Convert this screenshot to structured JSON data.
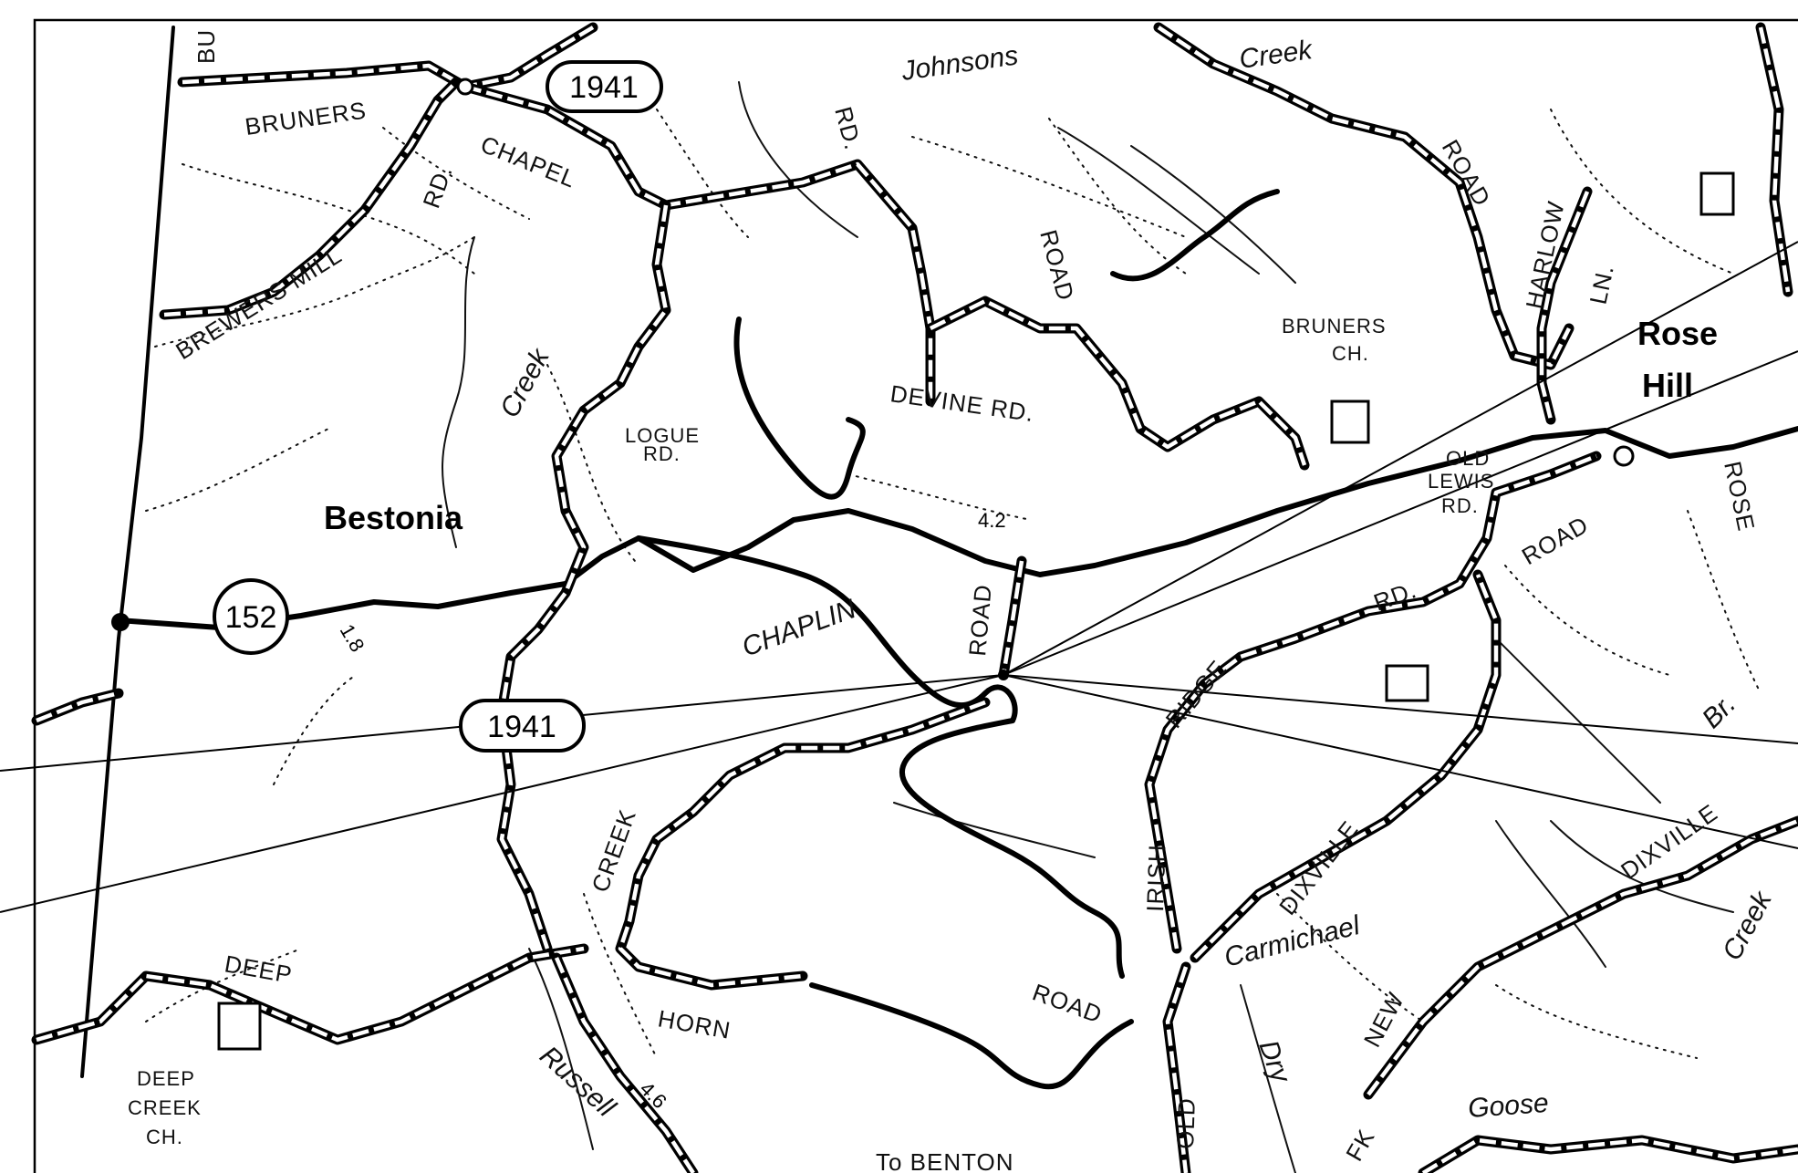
{
  "towns": {
    "bestonia": "Bestonia",
    "rose_hill_1": "Rose",
    "rose_hill_2": "Hill"
  },
  "route_shields": {
    "r1941_top": "1941",
    "r1941_mid": "1941",
    "r152": "152"
  },
  "mileages": {
    "m18": "1.8",
    "m42": "4.2",
    "m46": "4.6"
  },
  "road_labels": {
    "bruners": "BRUNERS",
    "chapel": "CHAPEL",
    "rd_chapel": "RD.",
    "brewers_mill": "BREWERS MILL",
    "johnsons": "Johnsons",
    "rd_johnsons": "RD.",
    "road_devine": "ROAD",
    "devine_rd": "DEVINE RD.",
    "logue_rd_1": "LOGUE",
    "logue_rd_2": "RD.",
    "chaplin": "CHAPLIN",
    "road_chaplin": "ROAD",
    "road_creek_top": "ROAD",
    "harlow": "HARLOW",
    "ln": "LN.",
    "old_lewis_1": "OLD",
    "old_lewis_2": "LEWIS",
    "old_lewis_3": "RD.",
    "road_lewis": "ROAD",
    "rose": "ROSE",
    "rd_ridge": "RD.",
    "ridge": "RIDGE",
    "irish": "IRISH",
    "dixville_1": "DIXVILLE",
    "dixville_2": "DIXVILLE",
    "creek_road": "CREEK",
    "horn": "HORN",
    "road_horn": "ROAD",
    "deep": "DEEP",
    "new": "NEW",
    "old": "OLD",
    "fk": "FK",
    "to_benton": "To BENTON"
  },
  "water_labels": {
    "creek_top": "Creek",
    "creek_bestonia": "Creek",
    "creek_right": "Creek",
    "carmichael": "Carmichael",
    "russell": "Russell",
    "dry": "Dry",
    "goose": "Goose",
    "br": "Br."
  },
  "churches": {
    "bruners_ch_1": "BRUNERS",
    "bruners_ch_2": "CH.",
    "deep_creek_1": "DEEP",
    "deep_creek_2": "CREEK",
    "deep_creek_3": "CH."
  },
  "edge_fragments": {
    "top_left": "BU"
  }
}
